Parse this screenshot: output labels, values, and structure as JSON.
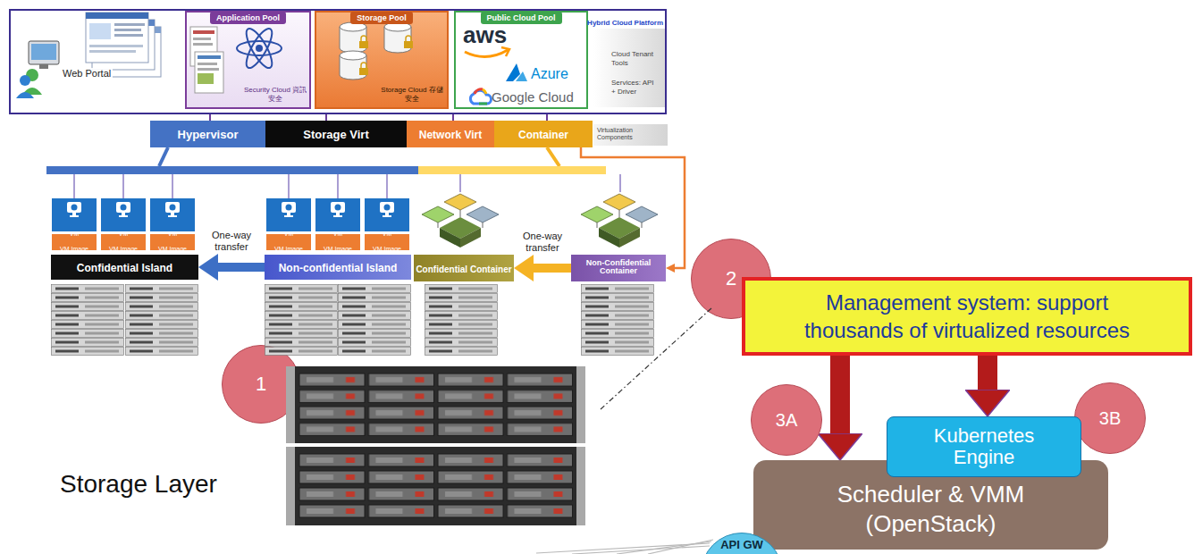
{
  "diagram": {
    "nodes": [
      {
        "text": [
          "Hybrid Cloud Platform"
        ]
      },
      {
        "text": [
          "Web Portal"
        ],
        "in": 0
      },
      {
        "text": [
          "Application Pool",
          "Security Cloud 資訊安全"
        ],
        "in": 0
      },
      {
        "text": [
          "Storage Pool",
          "Storage Cloud 存儲安全"
        ],
        "in": 0
      },
      {
        "text": [
          "Public Cloud Pool",
          "aws",
          "Azure",
          "Google Cloud"
        ],
        "in": 0
      },
      {
        "text": [
          "Cloud Tenant Tools",
          "Services: API + Driver"
        ],
        "in": 0
      },
      {
        "text": [
          "Hypervisor"
        ]
      },
      {
        "text": [
          "Storage Virt"
        ]
      },
      {
        "text": [
          "Network Virt"
        ]
      },
      {
        "text": [
          "Container"
        ]
      },
      {
        "text": [
          "Virtualization Components"
        ]
      },
      {
        "text": [
          "VM",
          "VM Image"
        ]
      },
      {
        "text": [
          "VM",
          "VM Image"
        ]
      },
      {
        "text": [
          "VM",
          "VM Image"
        ]
      },
      {
        "text": [
          "VM",
          "VM Image"
        ]
      },
      {
        "text": [
          "VM",
          "VM Image"
        ]
      },
      {
        "text": [
          "VM",
          "VM Image"
        ]
      },
      {
        "text": [
          "Confidential Island"
        ]
      },
      {
        "text": [
          "Non-confidential Island"
        ]
      },
      {
        "text": [
          "Confidential Container"
        ]
      },
      {
        "text": [
          "Non-Confidential Container"
        ]
      },
      {
        "text": [
          "2"
        ]
      },
      {
        "text": [
          "Management system: support thousands of virtualized resources"
        ]
      },
      {
        "text": [
          "1"
        ]
      },
      {
        "text": [
          "3A"
        ]
      },
      {
        "text": [
          "Kubernetes Engine"
        ]
      },
      {
        "text": [
          "3B"
        ]
      },
      {
        "text": [
          "Scheduler & VMM (OpenStack)"
        ]
      },
      {
        "text": [
          "API GW"
        ]
      }
    ],
    "edges": [
      {
        "from": 1,
        "to": 2,
        "arrow": "both"
      },
      {
        "from": 0,
        "to": 6,
        "arrow": "none"
      },
      {
        "from": 0,
        "to": 7,
        "arrow": "none"
      },
      {
        "from": 0,
        "to": 8,
        "arrow": "none"
      },
      {
        "from": 0,
        "to": 9,
        "arrow": "none"
      },
      {
        "from": 9,
        "to": 20,
        "arrow": "to"
      },
      {
        "from": 18,
        "to": 17,
        "label": "One-way transfer",
        "arrow": "to"
      },
      {
        "from": 20,
        "to": 19,
        "label": "One-way transfer",
        "arrow": "to"
      },
      {
        "from": 22,
        "to": 27,
        "arrow": "to"
      },
      {
        "from": 22,
        "to": 25,
        "arrow": "to"
      }
    ],
    "labels": [
      "Storage Layer"
    ]
  }
}
